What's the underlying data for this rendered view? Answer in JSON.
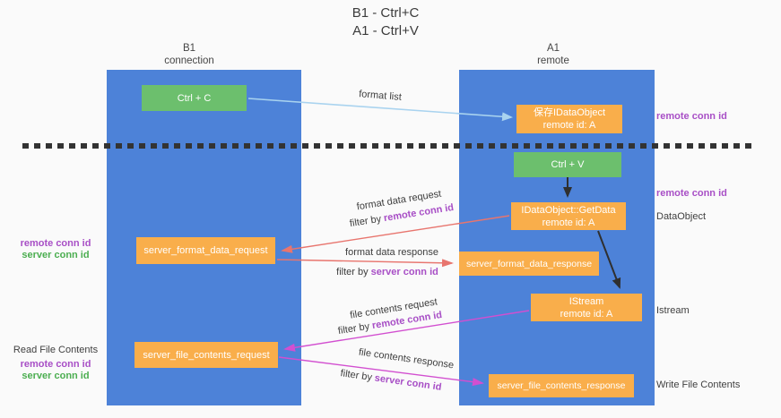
{
  "title": {
    "line1": "B1 - Ctrl+C",
    "line2": "A1 - Ctrl+V"
  },
  "columns": {
    "left": {
      "name": "B1",
      "role": "connection"
    },
    "right": {
      "name": "A1",
      "role": "remote"
    }
  },
  "boxes": {
    "ctrl_c": {
      "label": "Ctrl + C"
    },
    "save_dataobject": {
      "line1": "保存IDataObject",
      "line2": "remote id: A"
    },
    "ctrl_v": {
      "label": "Ctrl + V"
    },
    "getdata": {
      "line1": "IDataObject::GetData",
      "line2": "remote id: A"
    },
    "format_request": {
      "label": "server_format_data_request"
    },
    "format_response": {
      "label": "server_format_data_response"
    },
    "istream": {
      "line1": "IStream",
      "line2": "remote id: A"
    },
    "file_request": {
      "label": "server_file_contents_request"
    },
    "file_response": {
      "label": "server_file_contents_response"
    }
  },
  "arrows": {
    "format_list": {
      "label": "format list"
    },
    "format_data_request": {
      "label": "format data request",
      "filter_prefix": "filter by ",
      "filter_key": "remote conn id"
    },
    "format_data_response": {
      "label": "format data response",
      "filter_prefix": "filter by ",
      "filter_key": "server conn id"
    },
    "file_contents_request": {
      "label": "file contents request",
      "filter_prefix": "filter by ",
      "filter_key": "remote conn id"
    },
    "file_contents_response": {
      "label": "file contents response",
      "filter_prefix": "filter by ",
      "filter_key": "server conn id"
    }
  },
  "side_labels": {
    "right_remote_conn_id_1": "remote conn id",
    "right_remote_conn_id_2": "remote conn id",
    "dataobject": "DataObject",
    "istream": "Istream",
    "write_file_contents": "Write File Contents",
    "left_remote_conn_id_1": "remote conn id",
    "left_server_conn_id_1": "server conn id",
    "read_file_contents": "Read File Contents",
    "left_remote_conn_id_2": "remote conn id",
    "left_server_conn_id_2": "server conn id"
  },
  "colors": {
    "lifeline_blue": "#4d82d8",
    "box_green": "#6cbf6d",
    "box_orange": "#f9ae4b",
    "purple_text": "#a84fc6",
    "green_text": "#4bae50",
    "salmon_arrow": "#e8756e",
    "magenta_arrow": "#d24fd0",
    "lightblue_arrow": "#a9d3ef",
    "black_arrow": "#2f2f2f",
    "background": "#fafafa"
  }
}
